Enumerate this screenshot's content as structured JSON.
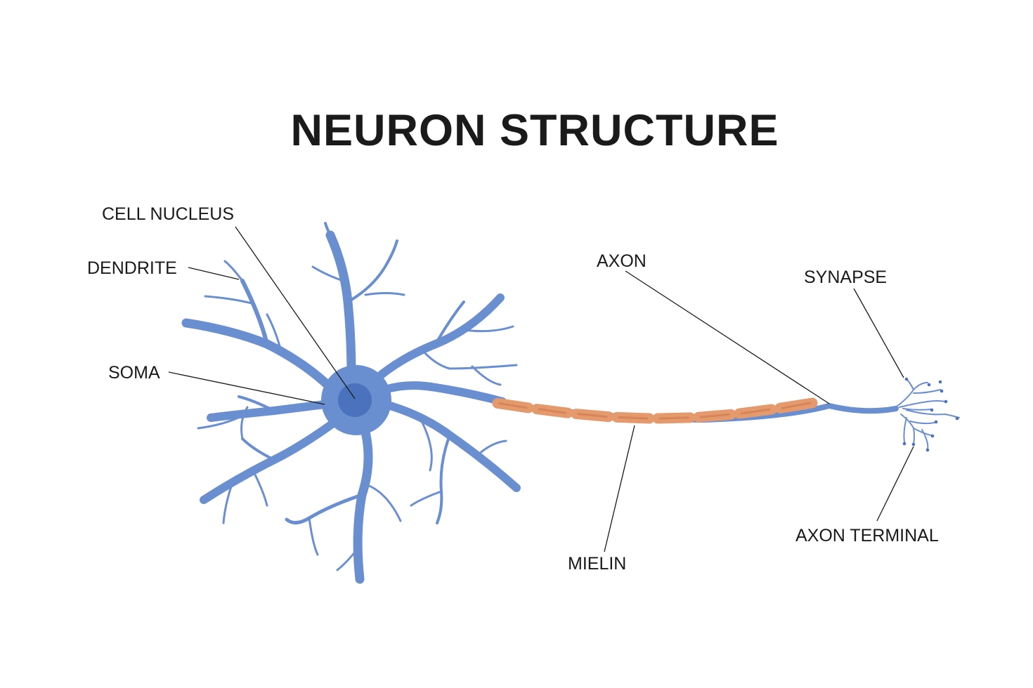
{
  "title": "NEURON STRUCTURE",
  "labels": {
    "cell_nucleus": "CELL NUCLEUS",
    "dendrite": "DENDRITE",
    "soma": "SOMA",
    "axon": "AXON",
    "synapse": "SYNAPSE",
    "mielin": "MIELIN",
    "axon_terminal": "AXON TERMINAL"
  },
  "colors": {
    "neuron": "#6a8fd0",
    "nucleus": "#4a72bd",
    "myelin": "#e59a6e",
    "myelin_core": "#d8845a",
    "text": "#1a1a1a"
  }
}
